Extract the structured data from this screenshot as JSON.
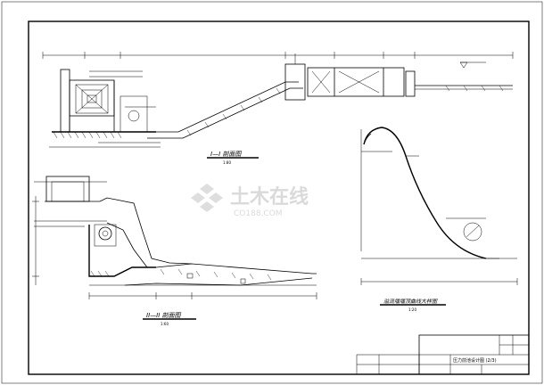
{
  "sections": {
    "section1": {
      "title": "I—I 剖面图",
      "scale": "1:80"
    },
    "section2": {
      "title": "II—II 剖面图",
      "scale": "1:60"
    },
    "detail": {
      "title": "溢流堰堰顶曲线大样图",
      "scale": "1:20"
    }
  },
  "watermark": {
    "brand": "土木在线",
    "url": "CO188.COM"
  },
  "title_block": {
    "drawing_title": "压力前池设计图 (2/3)"
  },
  "colors": {
    "line": "#000000",
    "watermark": "#d9d9d9",
    "background": "#ffffff"
  }
}
